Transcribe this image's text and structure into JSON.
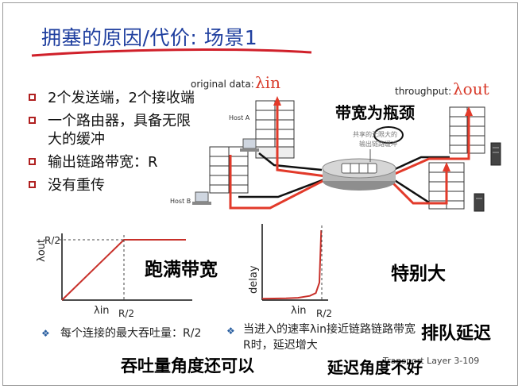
{
  "slide": {
    "title": "拥塞的原因/代价: 场景1",
    "bullets": [
      "2个发送端，2个接收端",
      "一个路由器，具备无限大的缓冲",
      "输出链路带宽：R",
      "没有重传"
    ],
    "diagram": {
      "original_data_label": "original data:",
      "lambda_in": "λin",
      "throughput_label": "throughput:",
      "lambda_out": "λout",
      "host_a": "Host A",
      "host_b": "Host B",
      "buffer_caption_line1": "共享的无限大的",
      "buffer_caption_line2": "输出链路缓冲"
    },
    "notes": {
      "left": "每个连接的最大吞吐量：R/2",
      "right": "当进入的速率λin接近链路链路带宽R时，延迟增大"
    },
    "footer": "Transport Layer  3-109"
  },
  "chart_data": [
    {
      "type": "line",
      "x": [
        0,
        0.5,
        1.0
      ],
      "y": [
        0,
        0.5,
        0.5
      ],
      "xlabel": "λin",
      "ylabel": "λout",
      "xticks": [
        "R/2"
      ],
      "yticks": [
        "R/2"
      ],
      "xlim": [
        0,
        1.0
      ],
      "ylim": [
        0,
        0.5
      ]
    },
    {
      "type": "line",
      "x": [
        0,
        0.1,
        0.2,
        0.3,
        0.4,
        0.45,
        0.48,
        0.495
      ],
      "y": [
        0.5,
        0.56,
        0.63,
        0.83,
        1.5,
        2.5,
        6.25,
        25
      ],
      "xlabel": "λin",
      "ylabel": "delay",
      "xticks": [
        "R/2"
      ],
      "xlim": [
        0,
        0.5
      ],
      "ylim": [
        0,
        25
      ]
    }
  ],
  "handwriting": {
    "bandwidth_note": "带宽为瓶颈",
    "buffer_circle": "无限大",
    "bottleneck_note": "跑满带宽",
    "special_note": "特别大",
    "queue_note": "排队延迟",
    "throughput_note": "吞吐量角度还可以",
    "delay_note": "延迟角度不好"
  },
  "colors": {
    "title": "#1f3f9f",
    "accent_red": "#d83a2a",
    "bullet_square": "#b02020",
    "curve": "#c8302a"
  }
}
